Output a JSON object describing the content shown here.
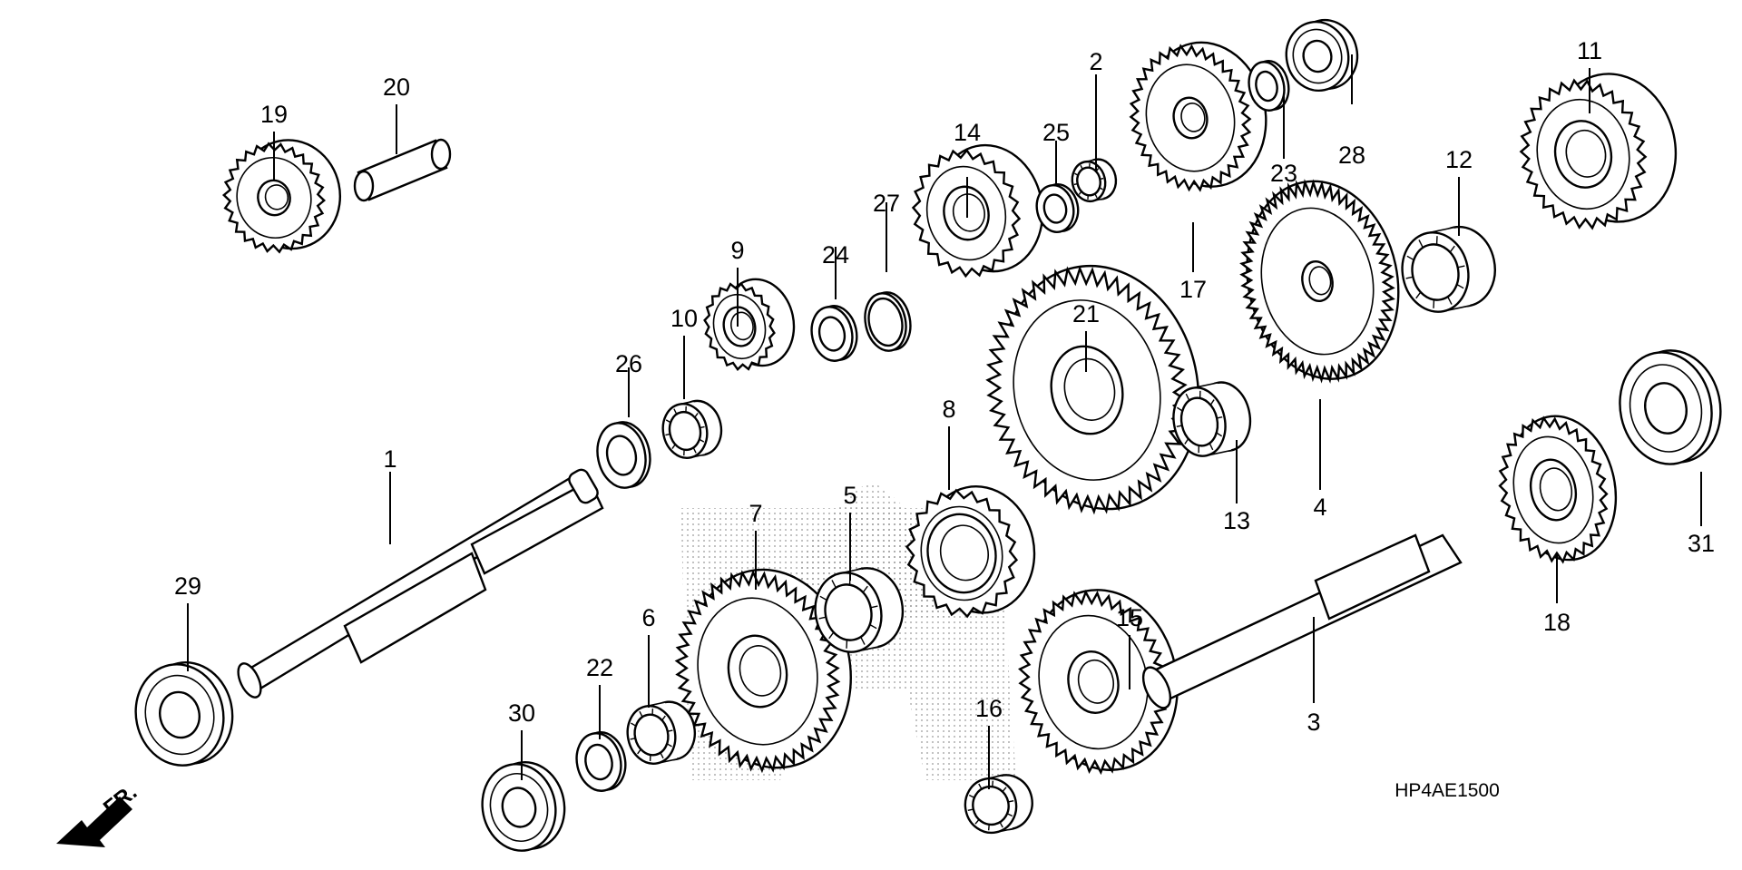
{
  "diagram": {
    "code": "HP4AE1500",
    "direction_label": "FR.",
    "parts": {
      "p1": "1",
      "p2": "2",
      "p3": "3",
      "p4": "4",
      "p5": "5",
      "p6": "6",
      "p7": "7",
      "p8": "8",
      "p9": "9",
      "p10": "10",
      "p11": "11",
      "p12": "12",
      "p13": "13",
      "p14": "14",
      "p15": "15",
      "p16": "16",
      "p17": "17",
      "p18": "18",
      "p19": "19",
      "p20": "20",
      "p21": "21",
      "p22": "22",
      "p23": "23",
      "p24": "24",
      "p25": "25",
      "p26": "26",
      "p27": "27",
      "p28": "28",
      "p29": "29",
      "p30": "30",
      "p31": "31"
    }
  }
}
